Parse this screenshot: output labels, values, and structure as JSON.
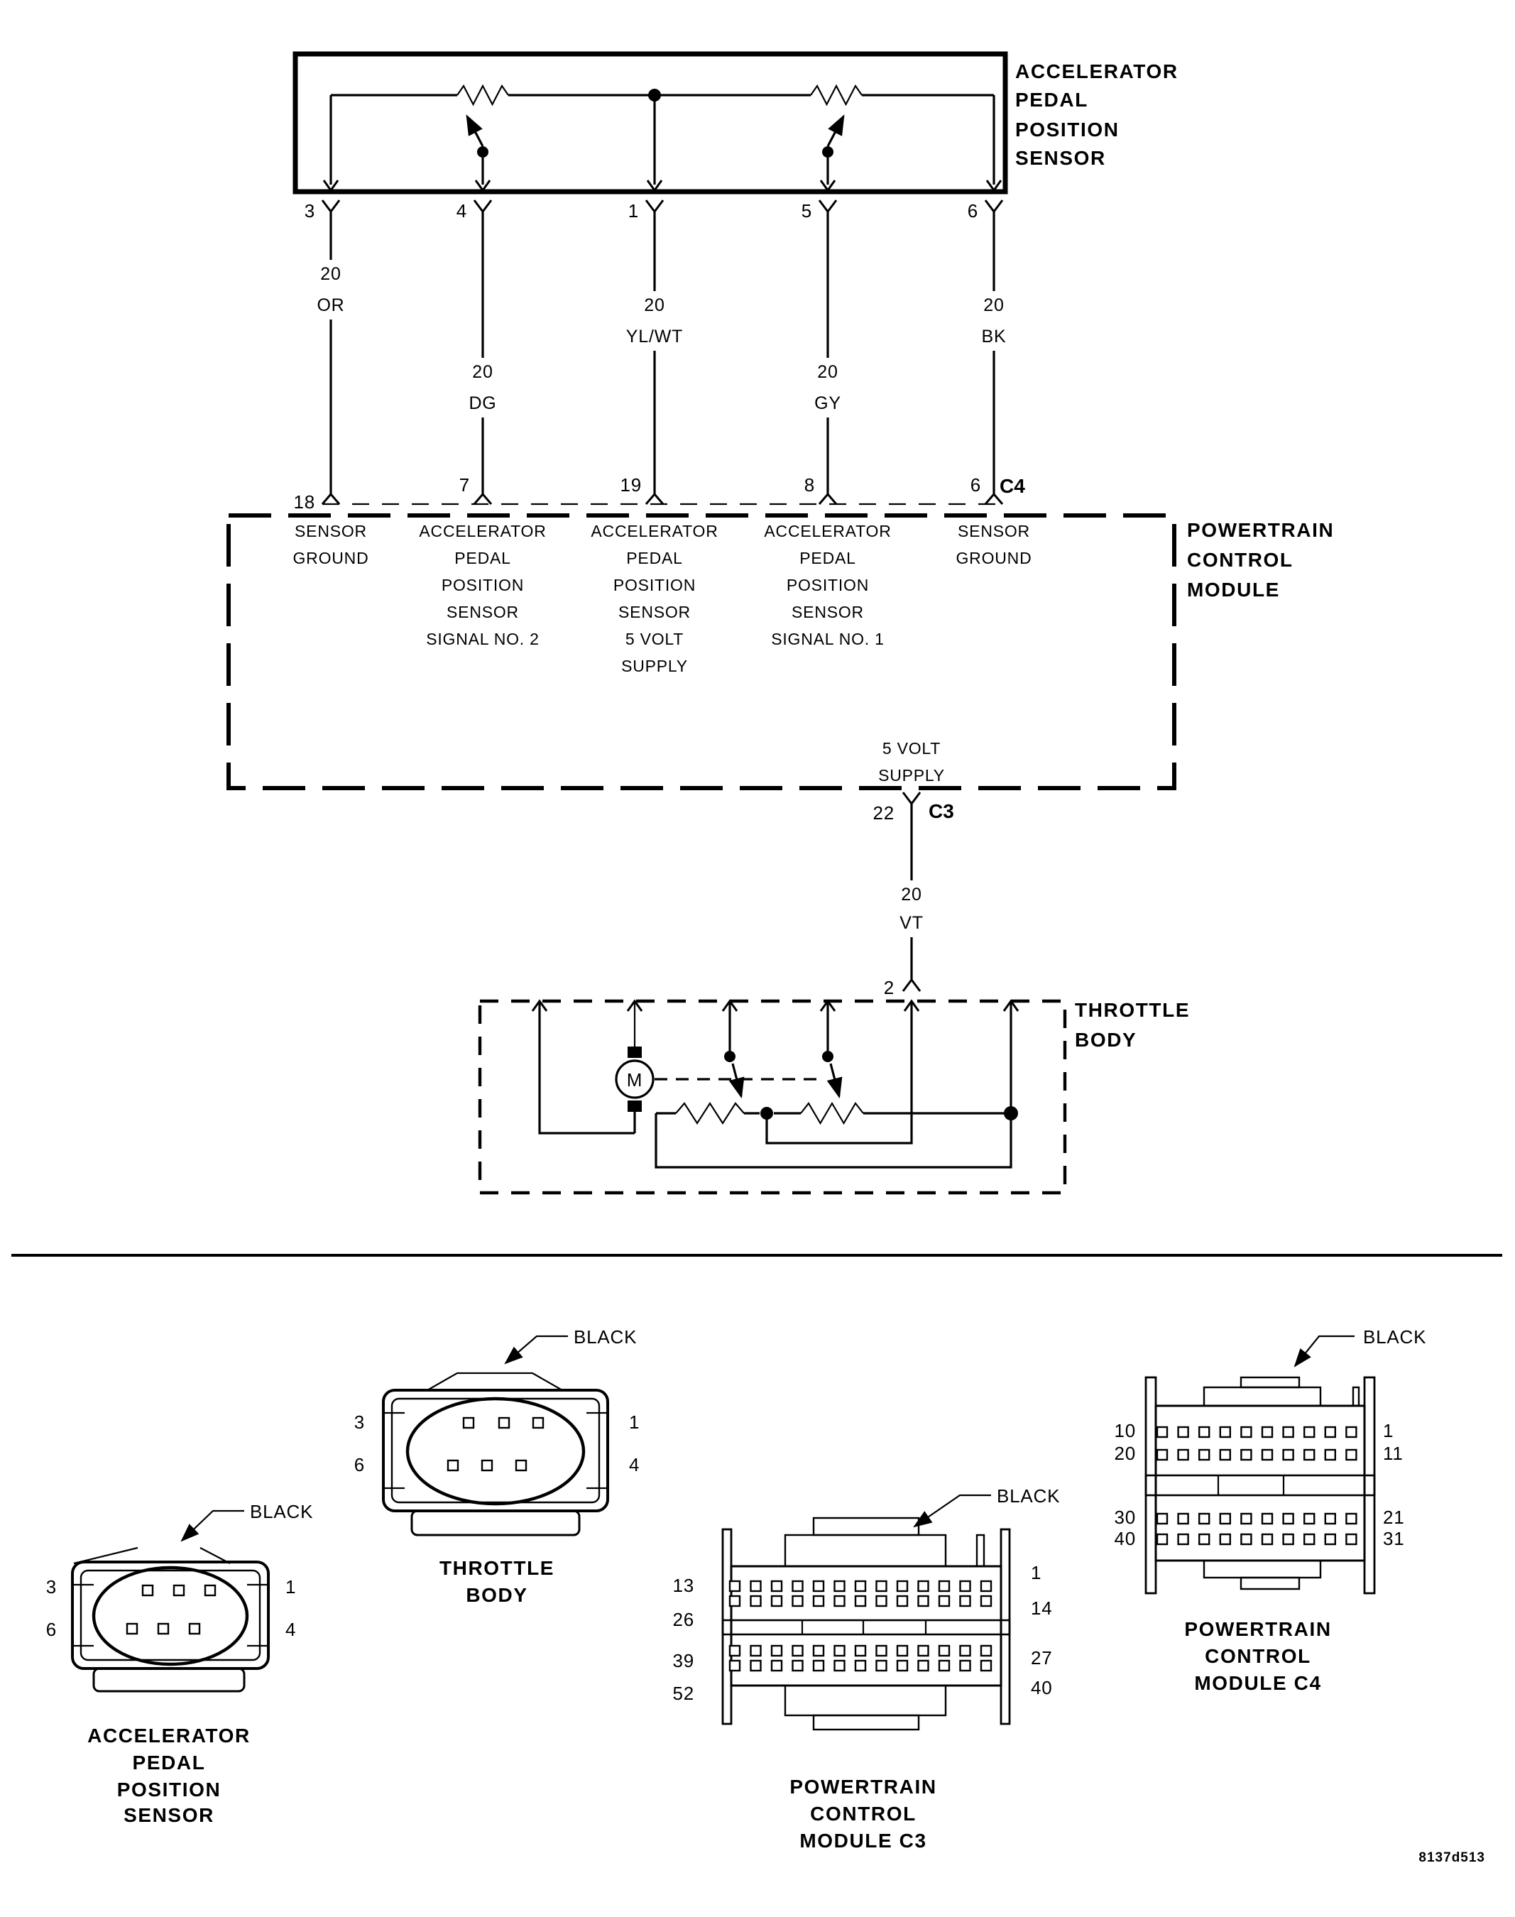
{
  "colors": {
    "ink": "#000000",
    "paper": "#ffffff"
  },
  "diagram": {
    "app_sensor_box": {
      "title_lines": [
        "ACCELERATOR",
        "PEDAL",
        "POSITION",
        "SENSOR"
      ],
      "pins": [
        {
          "number": "3",
          "wire": [
            "20",
            "OR"
          ]
        },
        {
          "number": "4",
          "wire": [
            "20",
            "DG"
          ]
        },
        {
          "number": "1",
          "wire": [
            "20",
            "YL/WT"
          ]
        },
        {
          "number": "5",
          "wire": [
            "20",
            "GY"
          ]
        },
        {
          "number": "6",
          "wire": [
            "20",
            "BK"
          ]
        }
      ]
    },
    "pcm_box": {
      "title_lines": [
        "POWERTRAIN",
        "CONTROL",
        "MODULE"
      ],
      "connector_label": "C4",
      "pins": [
        {
          "number": "18",
          "function_lines": [
            "SENSOR",
            "GROUND"
          ]
        },
        {
          "number": "7",
          "function_lines": [
            "ACCELERATOR",
            "PEDAL",
            "POSITION",
            "SENSOR",
            "SIGNAL NO. 2"
          ]
        },
        {
          "number": "19",
          "function_lines": [
            "ACCELERATOR",
            "PEDAL",
            "POSITION",
            "SENSOR",
            "5 VOLT",
            "SUPPLY"
          ]
        },
        {
          "number": "8",
          "function_lines": [
            "ACCELERATOR",
            "PEDAL",
            "POSITION",
            "SENSOR",
            "SIGNAL NO. 1"
          ]
        },
        {
          "number": "6",
          "function_lines": [
            "SENSOR",
            "GROUND"
          ]
        }
      ],
      "bottom_function_lines": [
        "5 VOLT",
        "SUPPLY"
      ],
      "c3_pin_number": "22",
      "c3_connector_label": "C3"
    },
    "vt_wire": [
      "20",
      "VT"
    ],
    "throttle_body_box": {
      "title_lines": [
        "THROTTLE",
        "BODY"
      ],
      "pin_number": "2",
      "motor_label": "M"
    }
  },
  "connector_views": {
    "app_sensor": {
      "color_label": "BLACK",
      "pin_labels": {
        "top_left": "3",
        "bottom_left": "6",
        "top_right": "1",
        "bottom_right": "4"
      },
      "caption_lines": [
        "ACCELERATOR",
        "PEDAL",
        "POSITION",
        "SENSOR"
      ]
    },
    "throttle_body": {
      "color_label": "BLACK",
      "pin_labels": {
        "top_left": "3",
        "bottom_left": "6",
        "top_right": "1",
        "bottom_right": "4"
      },
      "caption_lines": [
        "THROTTLE",
        "BODY"
      ]
    },
    "pcm_c3": {
      "color_label": "BLACK",
      "left_labels": [
        "13",
        "26",
        "39",
        "52"
      ],
      "right_labels": [
        "1",
        "14",
        "27",
        "40"
      ],
      "caption_lines": [
        "POWERTRAIN",
        "CONTROL",
        "MODULE C3"
      ],
      "pins_per_row": 13
    },
    "pcm_c4": {
      "color_label": "BLACK",
      "left_labels": [
        "10",
        "20",
        "30",
        "40"
      ],
      "right_labels": [
        "1",
        "11",
        "21",
        "31"
      ],
      "caption_lines": [
        "POWERTRAIN",
        "CONTROL",
        "MODULE C4"
      ],
      "pins_per_row": 10
    }
  },
  "footer": {
    "id_code": "8137d513"
  }
}
